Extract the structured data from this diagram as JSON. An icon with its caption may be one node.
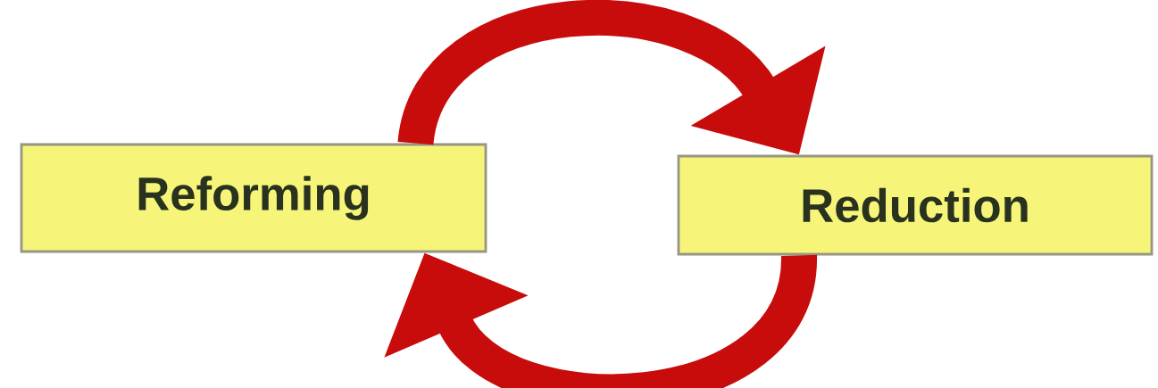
{
  "diagram": {
    "nodes": [
      {
        "text": [
          "Reforming"
        ]
      },
      {
        "text": [
          "Reduction"
        ]
      }
    ],
    "edges": [
      {
        "from": 0,
        "to": 1,
        "arrow": "to"
      },
      {
        "from": 1,
        "to": 0,
        "arrow": "to"
      }
    ]
  }
}
